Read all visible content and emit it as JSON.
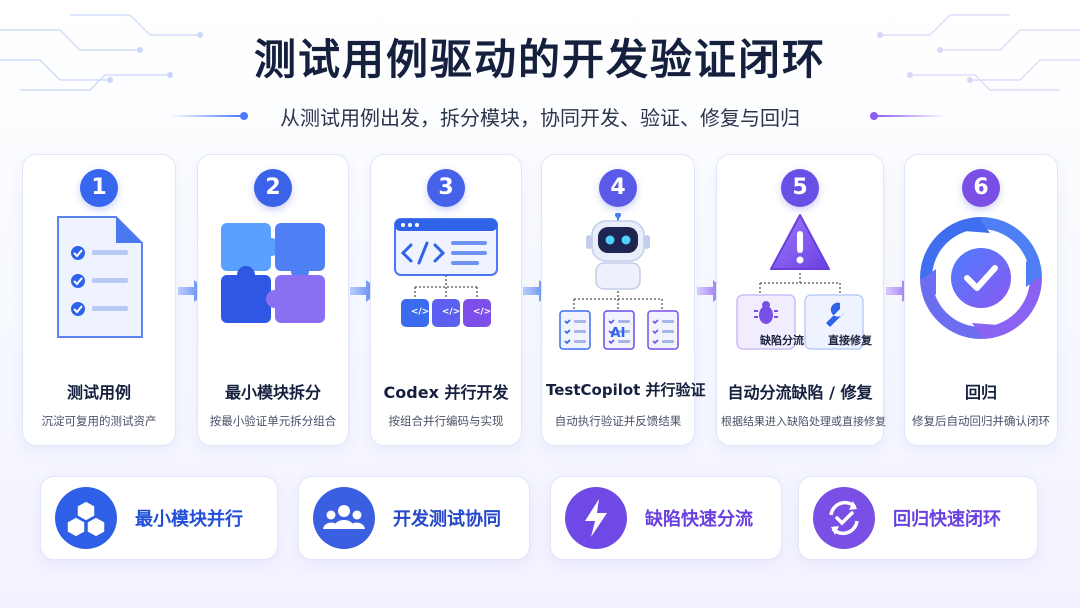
{
  "title": "测试用例驱动的开发验证闭环",
  "subtitle": "从测试用例出发，拆分模块，协同开发、验证、修复与回归",
  "colors": {
    "blue": "#2f63e8",
    "violet": "#7a4fe6",
    "text": "#14203d"
  },
  "steps": [
    {
      "number": "1",
      "title": "测试用例",
      "desc": "沉淀可复用的测试资产",
      "icon": "test-document-icon"
    },
    {
      "number": "2",
      "title": "最小模块拆分",
      "desc": "按最小验证单元拆分组合",
      "icon": "puzzle-icon"
    },
    {
      "number": "3",
      "title": "Codex 并行开发",
      "desc": "按组合并行编码与实现",
      "icon": "code-window-icon",
      "code_glyph": "</>"
    },
    {
      "number": "4",
      "title": "TestCopilot 并行验证",
      "desc": "自动执行验证并反馈结果",
      "icon": "robot-icon",
      "robot_label": "AI"
    },
    {
      "number": "5",
      "title": "自动分流缺陷 / 修复",
      "desc": "根据结果进入缺陷处理或直接修复",
      "icon": "warning-icon",
      "branches": [
        "缺陷分流",
        "直接修复"
      ]
    },
    {
      "number": "6",
      "title": "回归",
      "desc": "修复后自动回归并确认闭环",
      "icon": "cycle-check-icon"
    }
  ],
  "features": [
    {
      "label": "最小模块并行",
      "icon": "cubes-icon"
    },
    {
      "label": "开发测试协同",
      "icon": "team-icon"
    },
    {
      "label": "缺陷快速分流",
      "icon": "lightning-icon"
    },
    {
      "label": "回归快速闭环",
      "icon": "refresh-check-icon"
    }
  ]
}
